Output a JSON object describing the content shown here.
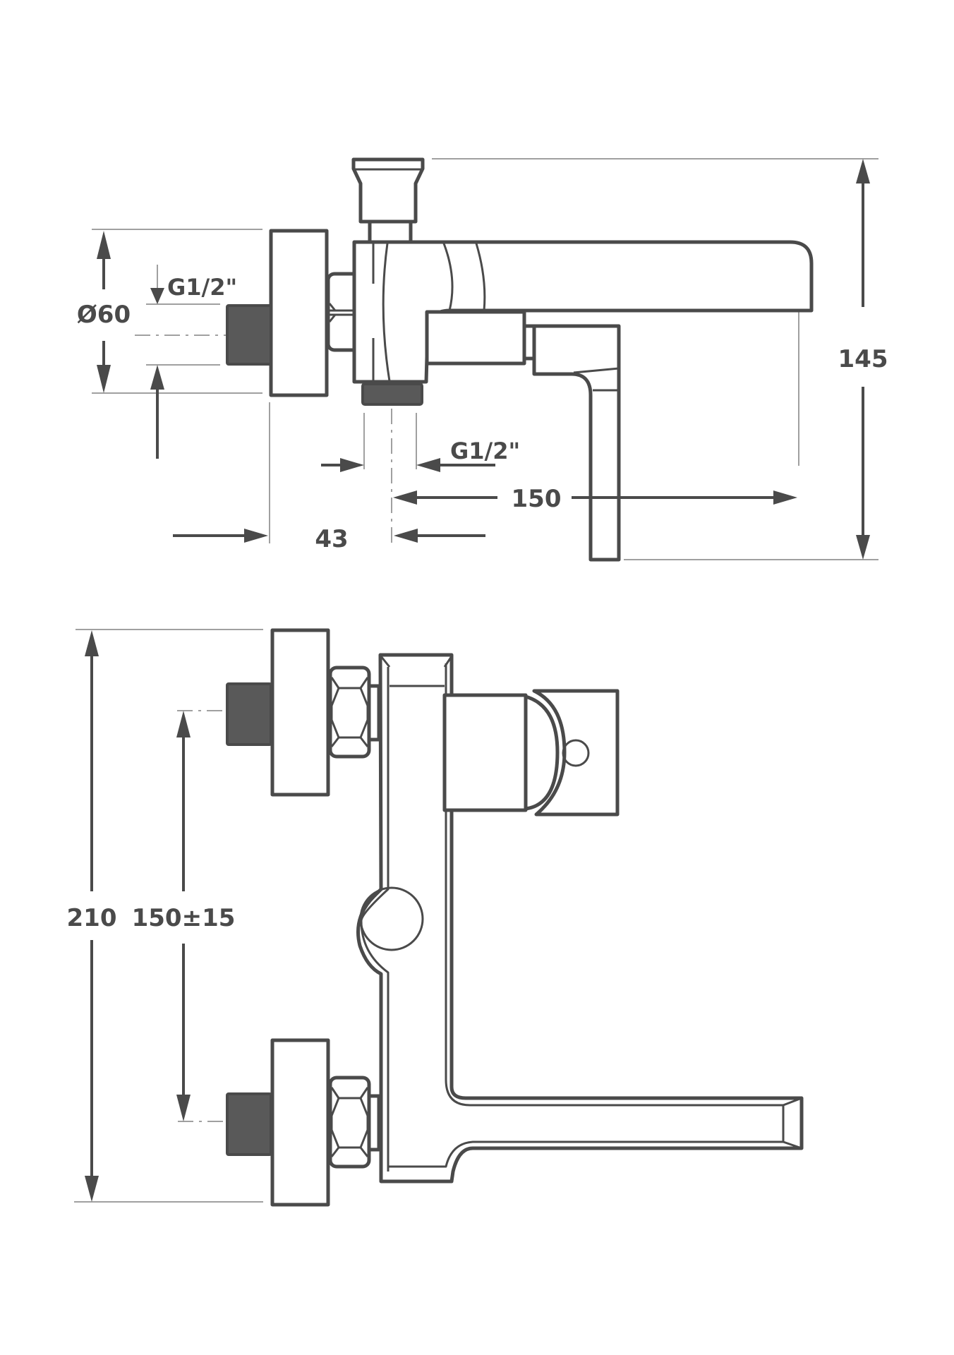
{
  "drawing": {
    "title": "Wall-mounted bath mixer with diverter — dimension drawing",
    "units": "mm",
    "line_color": "#4a4a4a",
    "fill_color": "#595959",
    "side_view": {
      "dimensions": {
        "flange_diameter": "Ø60",
        "inlet_thread": "G1/2\"",
        "outlet_thread": "G1/2\"",
        "spout_reach": "150",
        "wall_to_outlet": "43",
        "total_height": "145"
      }
    },
    "front_view": {
      "dimensions": {
        "total_width": "210",
        "inlet_spacing": "150±15"
      }
    }
  }
}
